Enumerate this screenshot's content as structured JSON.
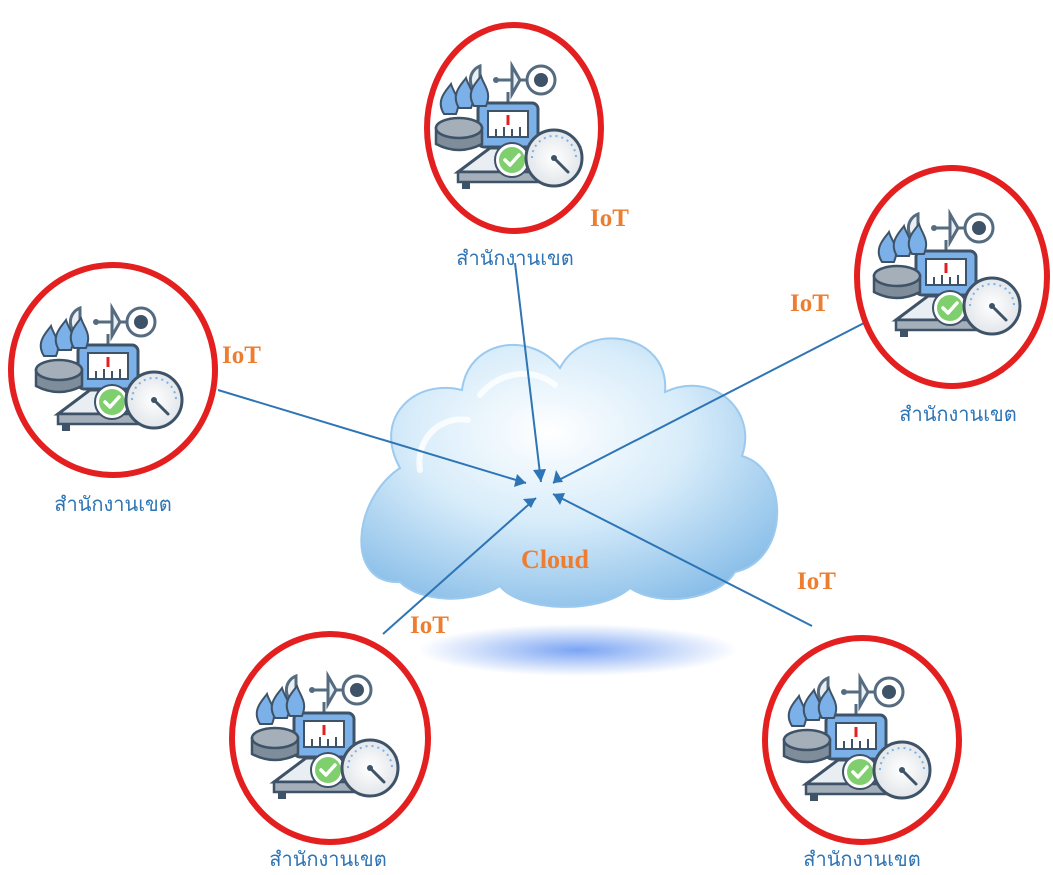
{
  "diagram": {
    "center_label": "Cloud",
    "nodes": [
      {
        "id": "top",
        "label": "สำนักงานเขต",
        "link_label": "IoT"
      },
      {
        "id": "left",
        "label": "สำนักงานเขต",
        "link_label": "IoT"
      },
      {
        "id": "right",
        "label": "สำนักงานเขต",
        "link_label": "IoT"
      },
      {
        "id": "bottom-left",
        "label": "สำนักงานเขต",
        "link_label": "IoT"
      },
      {
        "id": "bottom-right",
        "label": "สำนักงานเขต",
        "link_label": "IoT"
      }
    ]
  },
  "colors": {
    "ring": "#e41f1f",
    "line": "#2e75b6",
    "office_label": "#2e75b6",
    "iot_label": "#ed7d31",
    "cloud_label": "#ed7d31"
  },
  "icons": [
    "anemometer-icon",
    "gas-burner-icon",
    "scale-display-icon",
    "checkmark-icon",
    "pressure-gauge-icon",
    "cloud-icon"
  ]
}
